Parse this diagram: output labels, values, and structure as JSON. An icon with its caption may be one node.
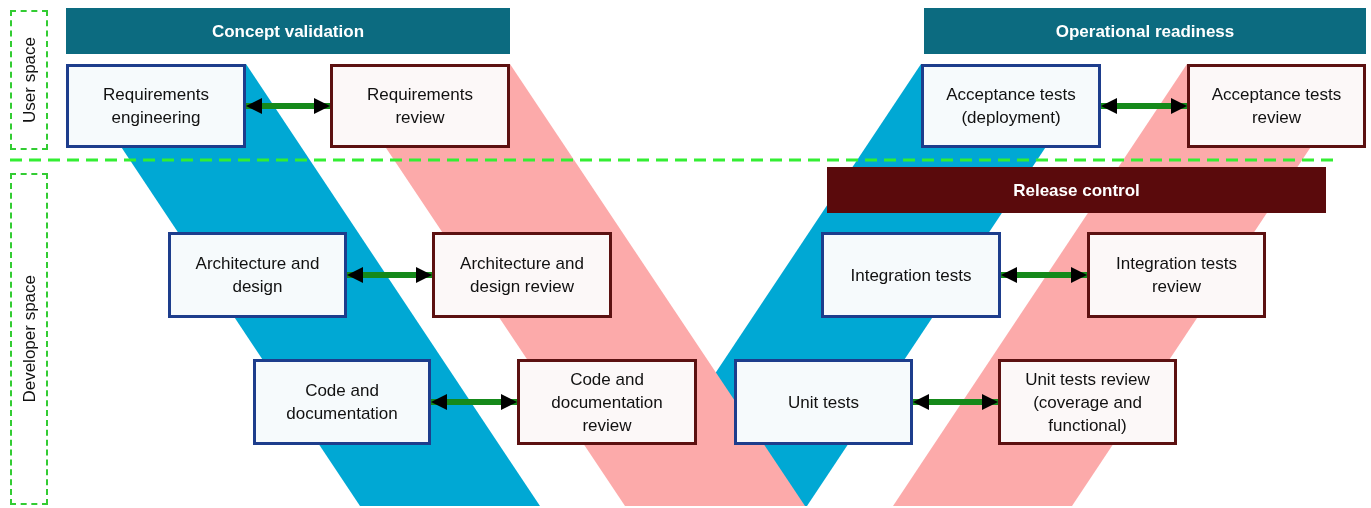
{
  "diagram": {
    "nodes": [
      {
        "text": [
          "User space"
        ]
      },
      {
        "text": [
          "Developer space"
        ]
      },
      {
        "text": [
          "Concept validation"
        ]
      },
      {
        "text": [
          "Operational readiness"
        ]
      },
      {
        "text": [
          "Requirements engineering"
        ]
      },
      {
        "text": [
          "Requirements review"
        ]
      },
      {
        "text": [
          "Acceptance tests (deployment)"
        ]
      },
      {
        "text": [
          "Acceptance tests review"
        ]
      },
      {
        "text": [
          "Release control"
        ]
      },
      {
        "text": [
          "Architecture and design"
        ]
      },
      {
        "text": [
          "Architecture and design review"
        ]
      },
      {
        "text": [
          "Integration tests"
        ]
      },
      {
        "text": [
          "Integration tests review"
        ]
      },
      {
        "text": [
          "Code and documentation"
        ]
      },
      {
        "text": [
          "Code and documentation review"
        ]
      },
      {
        "text": [
          "Unit tests"
        ]
      },
      {
        "text": [
          "Unit tests review (coverage and functional)"
        ]
      }
    ],
    "edges": [
      {
        "from": 4,
        "to": 5,
        "arrow": "both"
      },
      {
        "from": 6,
        "to": 7,
        "arrow": "both"
      },
      {
        "from": 9,
        "to": 10,
        "arrow": "both"
      },
      {
        "from": 11,
        "to": 12,
        "arrow": "both"
      },
      {
        "from": 13,
        "to": 14,
        "arrow": "both"
      },
      {
        "from": 15,
        "to": 16,
        "arrow": "both"
      }
    ]
  }
}
